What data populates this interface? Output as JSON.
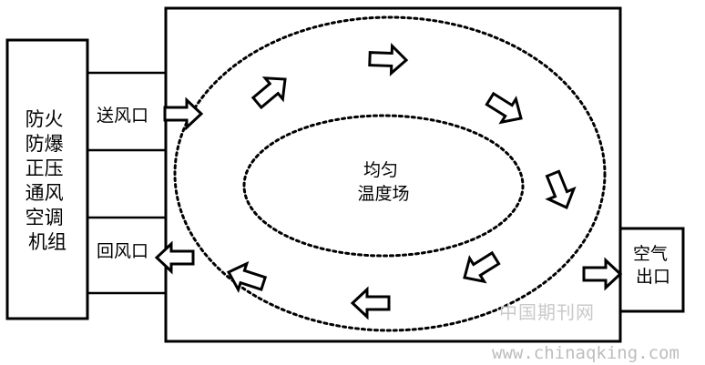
{
  "diagram": {
    "unit_label_lines": [
      "防火",
      "防爆",
      "正压",
      "通风",
      "空调",
      "机组"
    ],
    "supply_outlet": "送风口",
    "return_outlet": "回风口",
    "air_outlet_lines": [
      "空气",
      "出口"
    ],
    "center_label_lines": [
      "均匀",
      "温度场"
    ]
  },
  "watermark": {
    "site_name": "中国期刊网",
    "url": "www.chinaqking.com"
  }
}
